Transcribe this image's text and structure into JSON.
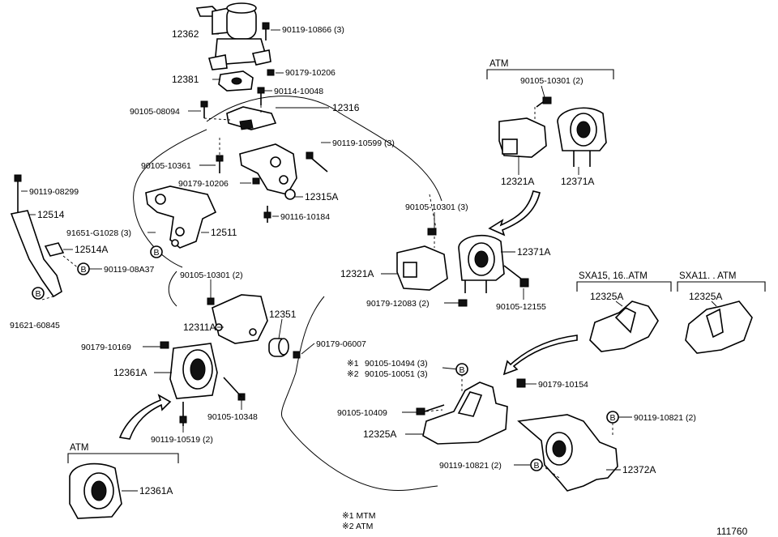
{
  "labels": {
    "p12362": "12362",
    "p90119_10866": "90119-10866 (3)",
    "p12381": "12381",
    "p90179_10206_top": "90179-10206",
    "p90114_10048": "90114-10048",
    "p90105_08094": "90105-08094",
    "p12316": "12316",
    "p90119_10599": "90119-10599 (3)",
    "p90105_10361": "90105-10361",
    "p90179_10206_mid": "90179-10206",
    "p12315A": "12315A",
    "p90116_10184": "90116-10184",
    "p90119_08299": "90119-08299",
    "p12514": "12514",
    "p91651_G1028": "91651-G1028 (3)",
    "p12511": "12511",
    "p12514A": "12514A",
    "p90119_08A37": "90119-08A37",
    "p90105_10301_left": "90105-10301 (2)",
    "p91621_60845": "91621-60845",
    "p12311A": "12311A",
    "p12351": "12351",
    "p90179_06007": "90179-06007",
    "p90179_10169": "90179-10169",
    "p12361A": "12361A",
    "p90105_10348": "90105-10348",
    "p90119_10519": "90119-10519 (2)",
    "p12361A_atm": "12361A",
    "p90105_10301_atm": "90105-10301 (2)",
    "p12321A_atm": "12321A",
    "p12371A_atm": "12371A",
    "p90105_10301_mid": "90105-10301 (3)",
    "p12371A": "12371A",
    "p12321A": "12321A",
    "p90179_12083": "90179-12083 (2)",
    "p90105_12155": "90105-12155",
    "p12325A_sxa15": "12325A",
    "p12325A_sxa11": "12325A",
    "p90105_10494": "90105-10494 (3)",
    "p90105_10051": "90105-10051 (3)",
    "p90179_10154": "90179-10154",
    "p90105_10409": "90105-10409",
    "p12325A": "12325A",
    "p90119_10821_right": "90119-10821 (2)",
    "p90119_10821_low": "90119-10821 (2)",
    "p12372A": "12372A"
  },
  "markers": {
    "b": "B",
    "note1": "※1",
    "note2": "※2"
  },
  "groups": {
    "atm_top": "ATM",
    "atm_bottom": "ATM",
    "sxa15": "SXA15, 16..ATM",
    "sxa11": "SXA11. . ATM"
  },
  "legend": {
    "note1": "※1  MTM",
    "note2": "※2  ATM"
  },
  "figure_id": "111760"
}
